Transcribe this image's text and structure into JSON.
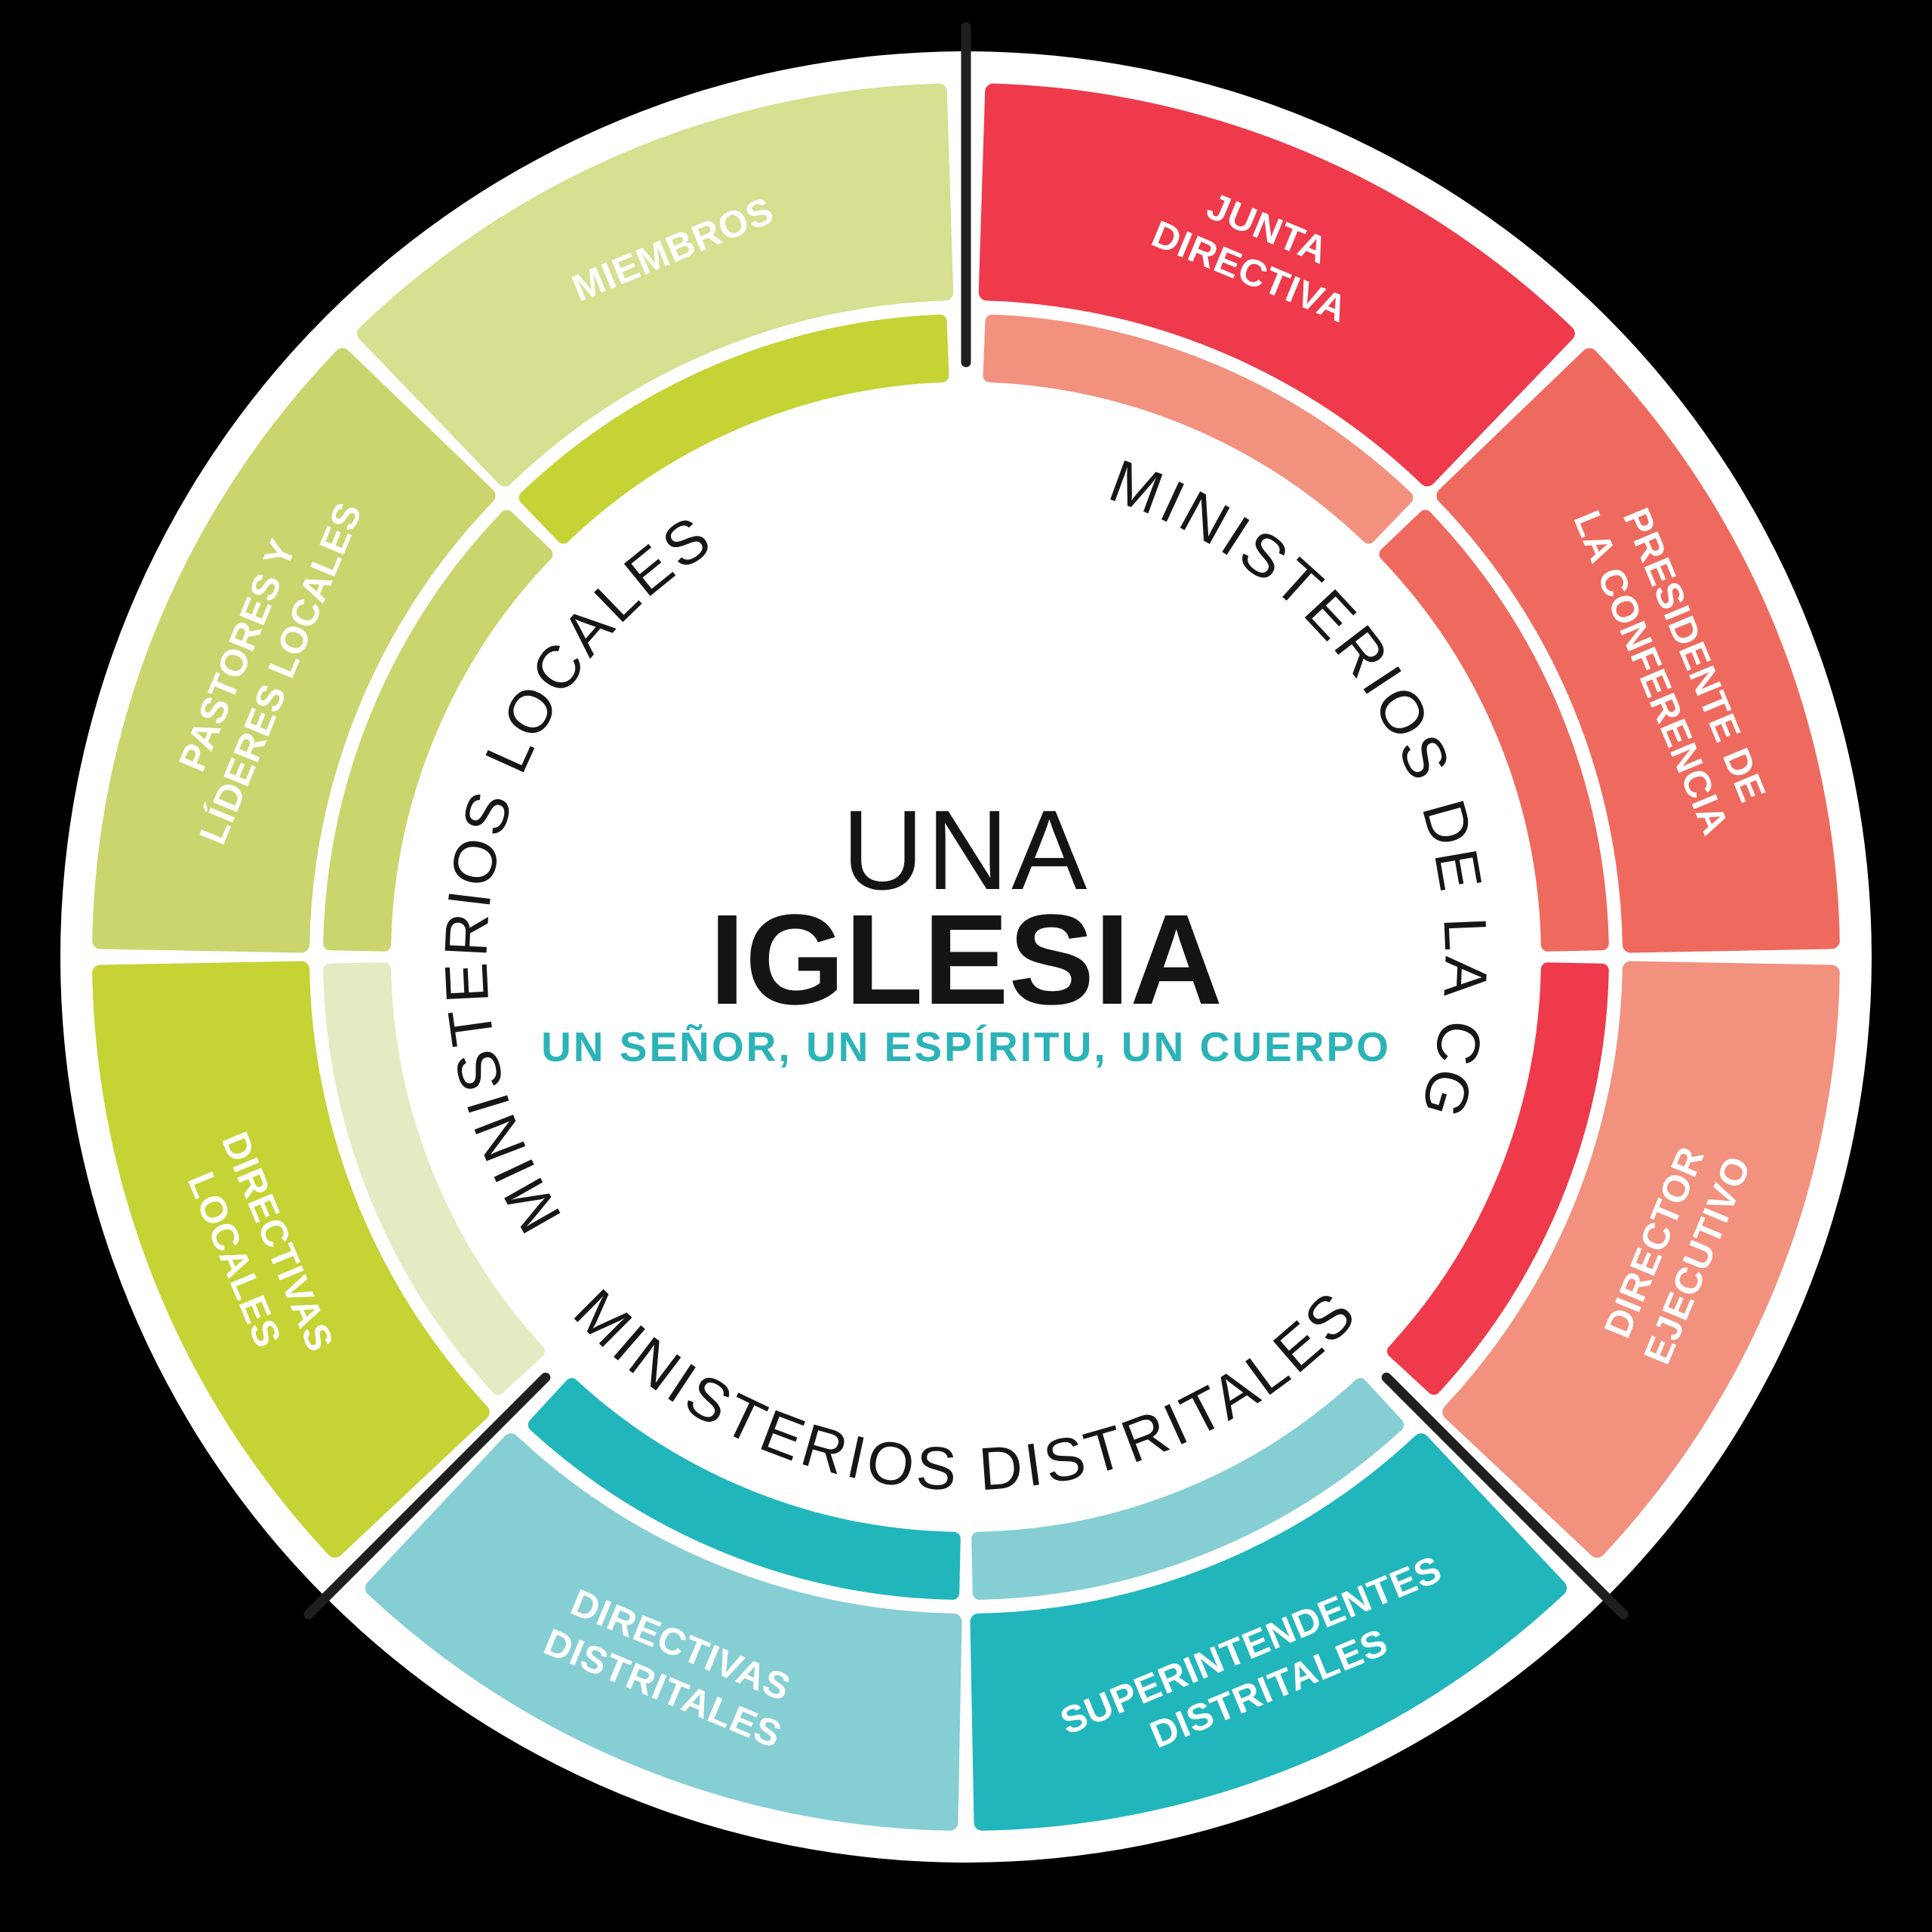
{
  "canvas": {
    "background": "#000000",
    "disc_color": "#FFFFFF"
  },
  "center": {
    "title_line1": "UNA",
    "title_line2": "IGLESIA",
    "subtitle": "UN SEÑOR, UN ESPÍRITU, UN CUERPO",
    "title_color": "#141414",
    "subtitle_color": "#2BB3B8"
  },
  "ring_labels": [
    {
      "id": "ministerios-cg",
      "text": "MINISTERIOS DE LA CG",
      "position": "right",
      "color": "#161616"
    },
    {
      "id": "ministerios-distritales",
      "text": "MINISTERIOS DISTRITALES",
      "position": "bottom",
      "color": "#161616"
    },
    {
      "id": "ministerios-locales",
      "text": "MINISTERIOS LOCALES",
      "position": "left",
      "color": "#161616"
    }
  ],
  "segments": [
    {
      "label_lines": [
        "JUNTA",
        "DIRECTIVA"
      ],
      "start_angle": 0,
      "end_angle": 45,
      "color": "#EE3A4B",
      "inner_band_color": "#F2917E",
      "group": "ministerios-cg",
      "text_color": "#FFFFFF"
    },
    {
      "label_lines": [
        "PRESIDENTE DE",
        "LA CONFERENCIA"
      ],
      "start_angle": 45,
      "end_angle": 90,
      "color": "#EF6A5E",
      "inner_band_color": "#EF6A5E",
      "group": "ministerios-cg",
      "text_color": "#FFFFFF"
    },
    {
      "label_lines": [
        "DIRECTOR",
        "EJECUTIVO"
      ],
      "start_angle": 90,
      "end_angle": 135,
      "color": "#F2917E",
      "inner_band_color": "#EE3A4B",
      "group": "ministerios-cg",
      "text_color": "#FFFFFF"
    },
    {
      "label_lines": [
        "SUPERINTENDENTES",
        "DISTRITALES"
      ],
      "start_angle": 135,
      "end_angle": 180,
      "color": "#21B6BC",
      "inner_band_color": "#85CED4",
      "group": "ministerios-distritales",
      "text_color": "#FFFFFF"
    },
    {
      "label_lines": [
        "DIRECTIVAS",
        "DISTRITALES"
      ],
      "start_angle": 180,
      "end_angle": 225,
      "color": "#85CED4",
      "inner_band_color": "#21B6BC",
      "group": "ministerios-distritales",
      "text_color": "#FFFFFF"
    },
    {
      "label_lines": [
        "DIRECTIVAS",
        "LOCALES"
      ],
      "start_angle": 225,
      "end_angle": 270,
      "color": "#C5D334",
      "inner_band_color": "#E4EAC2",
      "group": "ministerios-locales",
      "text_color": "#FFFFFF"
    },
    {
      "label_lines": [
        "PASTORES Y",
        "LÍDERES LOCALES"
      ],
      "start_angle": 270,
      "end_angle": 315,
      "color": "#CAD56E",
      "inner_band_color": "#CAD56E",
      "group": "ministerios-locales",
      "text_color": "#FFFFFF"
    },
    {
      "label_lines": [
        "MIEMBROS"
      ],
      "start_angle": 315,
      "end_angle": 360,
      "color": "#D7DF90",
      "inner_band_color": "#C5D334",
      "group": "ministerios-locales",
      "text_color": "#FFFFFF"
    }
  ],
  "dividers": {
    "angles": [
      0,
      135,
      225
    ],
    "color": "#1F1F1F"
  }
}
